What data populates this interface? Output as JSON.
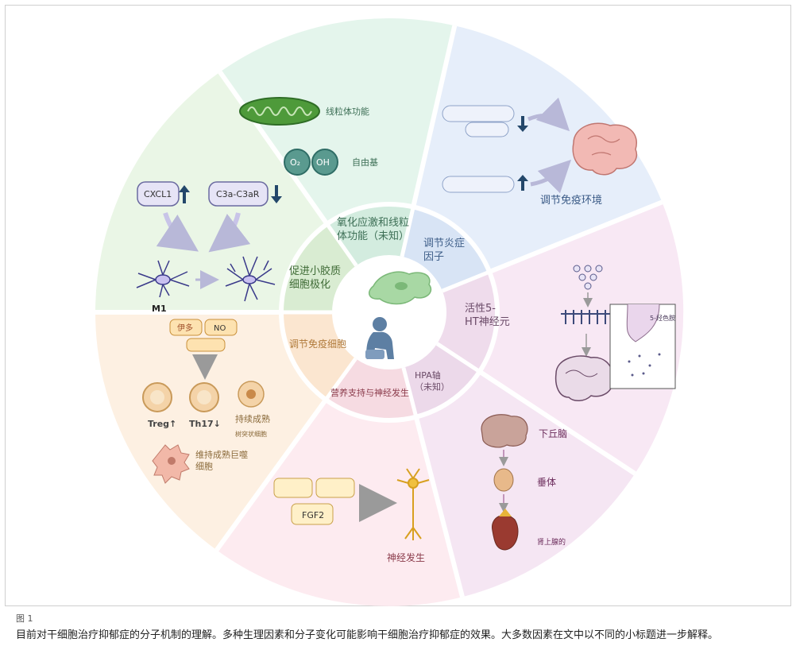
{
  "figure": {
    "inner": {
      "oxidative": "氧化应激和线粒体功能（未知）",
      "inflammation": "调节炎症因子",
      "serotonin": "活性5-HT神经元",
      "hpa": "HPA轴（未知）",
      "trophic": "营养支持与神经发生",
      "immune_cells": "调节免疫细胞",
      "microglia": "促进小胶质细胞极化"
    },
    "outer": {
      "mito_label": "线粒体功能",
      "o2_symbol": "O₂",
      "oh_symbol": "OH",
      "radical_label": "自由基",
      "immune_env": "调节免疫环境",
      "hypothalamus": "下丘脑",
      "pituitary": "垂体",
      "adrenal": "肾上腺的",
      "serotonin_label": "5-羟色胺",
      "fgf2": "FGF2",
      "neurogenesis": "神经发生",
      "maintain_macro": "维持成熟巨噬细胞",
      "sustain_maturation": "持续成熟",
      "dendritic": "树突状细胞",
      "treg": "Treg↑",
      "th17": "Th17↓",
      "ido": "伊多",
      "no": "NO",
      "cxcl1": "CXCL1",
      "c3a": "C3a-C3aR",
      "m1": "M1"
    },
    "colors": {
      "oxidative": "#e2f4ea",
      "inflammation": "#e3edf9",
      "serotonin": "#f7e6f3",
      "hpa": "#f3e4f1",
      "trophic": "#fce9ee",
      "immune_cells": "#fdefe0",
      "microglia": "#e8f5e3"
    }
  },
  "caption": {
    "label": "图 1",
    "text": "目前对干细胞治疗抑郁症的分子机制的理解。多种生理因素和分子变化可能影响干细胞治疗抑郁症的效果。大多数因素在文中以不同的小标题进一步解释。"
  }
}
